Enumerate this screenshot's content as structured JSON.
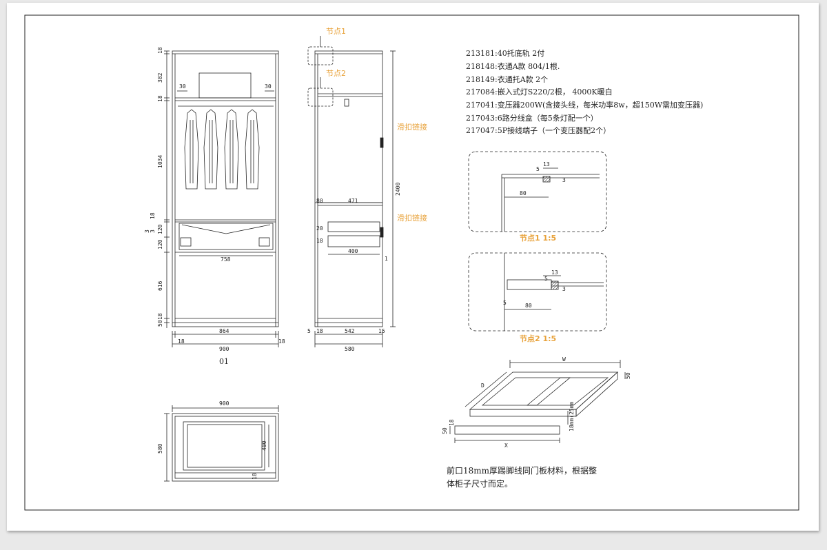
{
  "labels": {
    "node1": "节点1",
    "node2": "节点2",
    "hinge1": "滑扣链接",
    "hinge2": "滑扣链接",
    "node1_scale": "节点1 1:5",
    "node2_scale": "节点2 1:5",
    "view_id": "01"
  },
  "notes": [
    "213181:40托底轨 2付",
    "218148:衣通A款 804/1根.",
    "218149:衣通托A款 2个",
    "217084:嵌入式灯S220/2根， 4000K暖白",
    "217041:变压器200W(含接头线，每米功率8w，超150W需加变压器)",
    "217043:6路分线盒（每5条灯配一个）",
    "217047:5P接线端子（一个变压器配2个）"
  ],
  "bottom_note": [
    "前口18mm厚踢脚线同门板材料，根据整",
    "体柜子尺寸而定。"
  ],
  "front_dims": {
    "d18_top": "18",
    "d382": "382",
    "d18_b": "18",
    "d1034": "1034",
    "d18_c": "18",
    "d3a": "3",
    "d3b": "3",
    "d120_a": "120",
    "d120_b": "120",
    "d616": "616",
    "d50": "50",
    "d18_base": "18",
    "d30_left": "30",
    "d30_right": "30",
    "d758": "758",
    "d864": "864",
    "d900": "900",
    "d18_left": "18",
    "d18_right": "18"
  },
  "side_dims": {
    "d2400": "2400",
    "d80": "80",
    "d471": "471",
    "d400": "400",
    "d20": "20",
    "d18": "18",
    "d5": "5",
    "d18b": "18",
    "d542": "542",
    "d15": "15",
    "d580": "580",
    "d1p": "1"
  },
  "plan_dims": {
    "d900": "900",
    "d580": "580",
    "d400": "400",
    "d18": "18"
  },
  "node1_dims": {
    "d5": "5",
    "d13": "13",
    "d80": "80",
    "d3": "3"
  },
  "node2_dims": {
    "d5": "5",
    "d13": "13",
    "d80": "80",
    "d5b": "5",
    "d3": "3"
  },
  "frame_dims": {
    "w": "W",
    "d": "D",
    "h50": "50",
    "x": "X",
    "d50": "50",
    "d18": "18",
    "profile": "18mm(25mm"
  }
}
